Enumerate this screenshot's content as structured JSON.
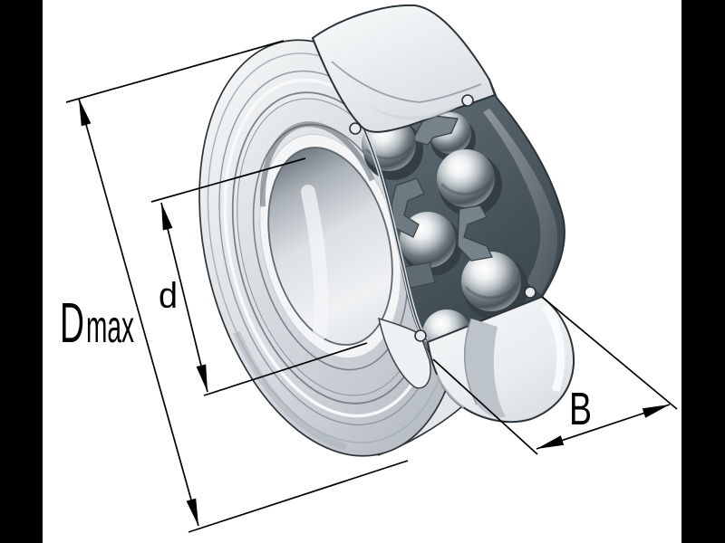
{
  "figure": {
    "kind": "bearing-dimension-illustration",
    "subject": "Cutaway rendering of a double-row ball bearing (track roller) with three dimension callouts",
    "background_color": "#ffffff",
    "letterbox_color": "#000000",
    "dimension_color": "#000000",
    "outline_color": "#2b3338",
    "metal_light_color": "#f2f4f5",
    "metal_shadow_color": "#b3bac1",
    "cage_color": "#46525a",
    "ball_count_visible": "6",
    "dimensions": {
      "outer_diameter": {
        "base": "D",
        "subscript": "max"
      },
      "bore_diameter": {
        "label": "d"
      },
      "width": {
        "label": "B"
      }
    }
  }
}
